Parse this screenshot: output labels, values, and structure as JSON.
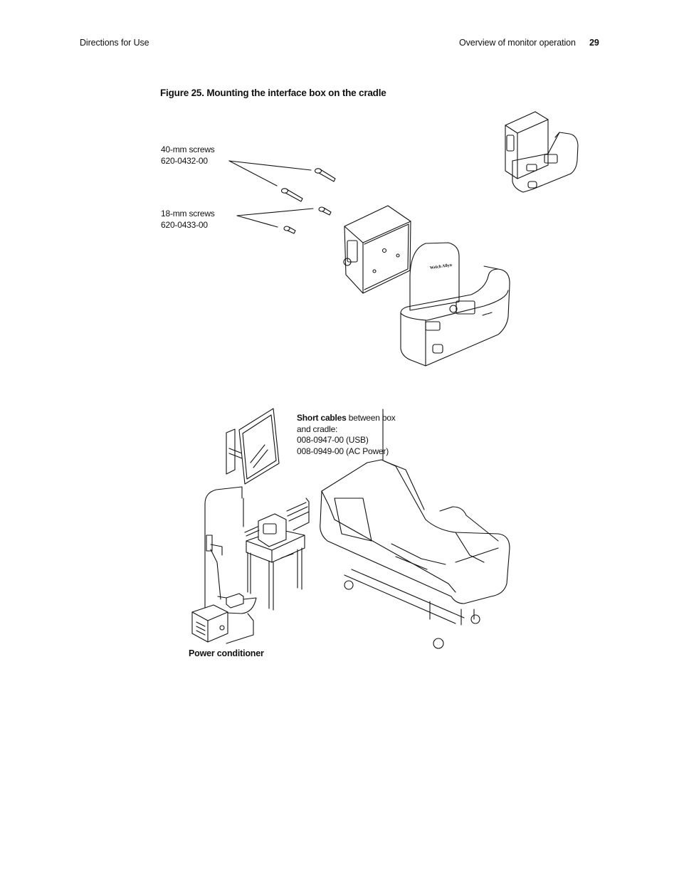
{
  "header": {
    "left": "Directions for Use",
    "section": "Overview of monitor operation",
    "page_number": "29"
  },
  "figure": {
    "caption": "Figure 25.  Mounting the interface box on the cradle",
    "callouts": {
      "screws_40mm": {
        "line1": "40-mm screws",
        "line2": "620-0432-00"
      },
      "screws_18mm": {
        "line1": "18-mm screws",
        "line2": "620-0433-00"
      },
      "short_cables": {
        "bold": "Short cables",
        "rest": " between box",
        "line2": "and cradle:",
        "line3": "008-0947-00 (USB)",
        "line4": "008-0949-00 (AC Power)"
      },
      "power_conditioner": "Power conditioner"
    },
    "device_label": "Welch Allyn"
  }
}
